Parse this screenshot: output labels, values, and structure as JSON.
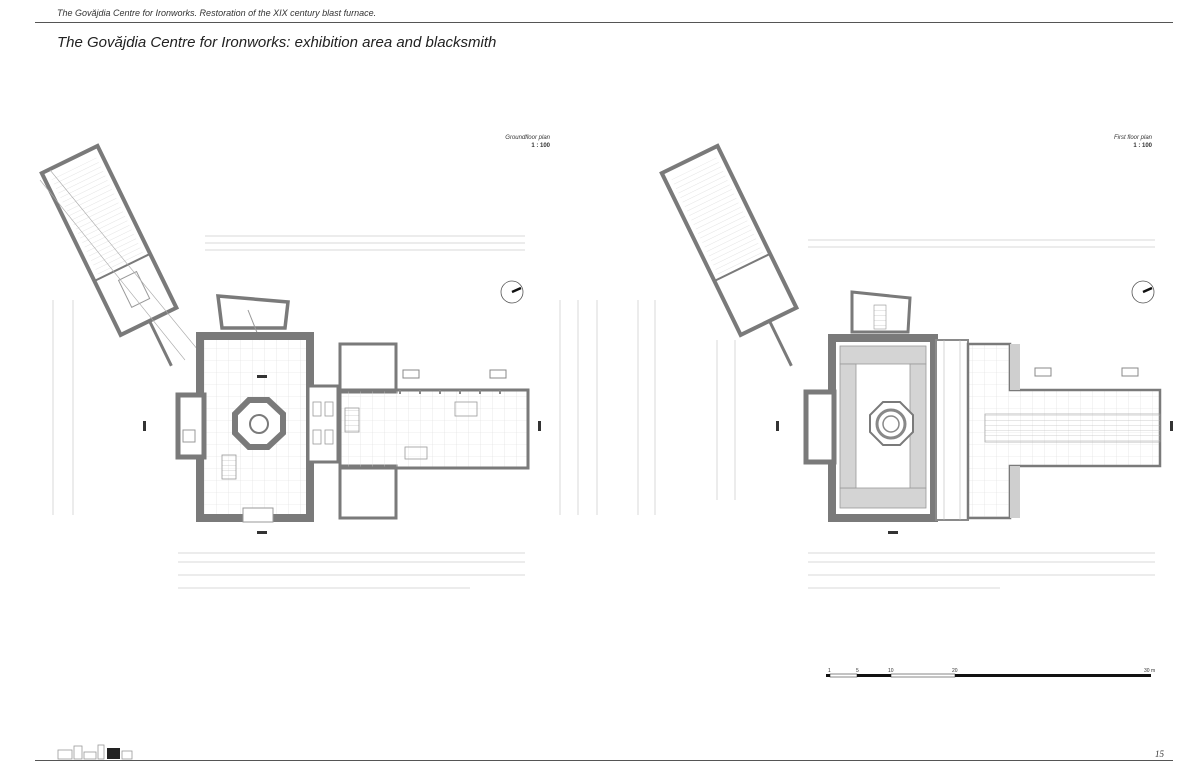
{
  "header": {
    "running_title": "The Govăjdia Centre for Ironworks. Restoration of the XIX century blast furnace.",
    "sheet_title": "The Govăjdia Centre for Ironworks: exhibition area and blacksmith"
  },
  "plans": [
    {
      "label": "Groundfloor plan",
      "scale": "1 : 100"
    },
    {
      "label": "First floor plan",
      "scale": "1 : 100"
    }
  ],
  "scale_bar": {
    "ticks": [
      "1",
      "5",
      "10",
      "20",
      "30 m"
    ]
  },
  "footer": {
    "page_number": "15"
  },
  "colors": {
    "wall": "#8a8a8a",
    "wall_dark": "#6e6e6e",
    "line": "#9a9a9a",
    "ink": "#222222"
  }
}
